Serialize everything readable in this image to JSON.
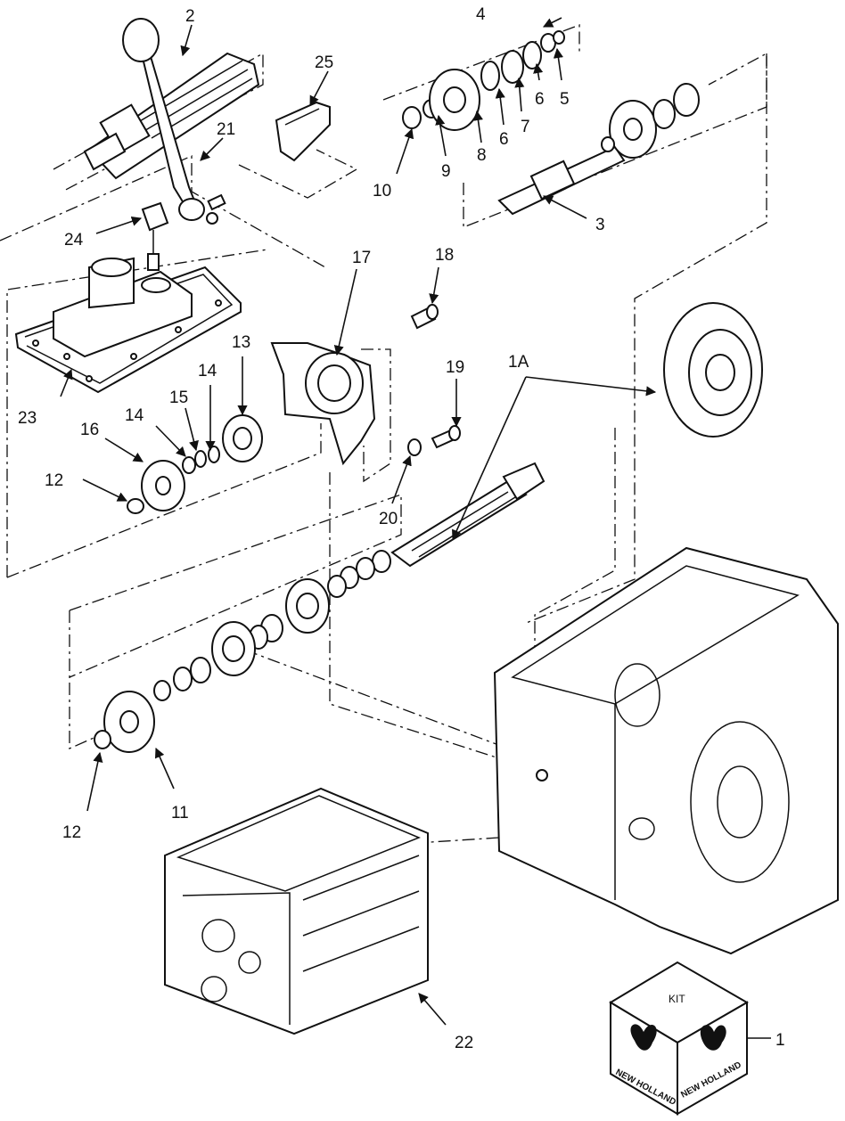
{
  "diagram": {
    "kit_box": {
      "label": "KIT",
      "brand": "NEW HOLLAND"
    },
    "callouts": [
      {
        "id": "c1",
        "text": "1"
      },
      {
        "id": "c1A",
        "text": "1A"
      },
      {
        "id": "c2",
        "text": "2"
      },
      {
        "id": "c3",
        "text": "3"
      },
      {
        "id": "c4",
        "text": "4"
      },
      {
        "id": "c5",
        "text": "5"
      },
      {
        "id": "c6a",
        "text": "6"
      },
      {
        "id": "c6b",
        "text": "6"
      },
      {
        "id": "c7",
        "text": "7"
      },
      {
        "id": "c8",
        "text": "8"
      },
      {
        "id": "c9",
        "text": "9"
      },
      {
        "id": "c10",
        "text": "10"
      },
      {
        "id": "c11",
        "text": "11"
      },
      {
        "id": "c12a",
        "text": "12"
      },
      {
        "id": "c12b",
        "text": "12"
      },
      {
        "id": "c13",
        "text": "13"
      },
      {
        "id": "c14a",
        "text": "14"
      },
      {
        "id": "c14b",
        "text": "14"
      },
      {
        "id": "c15",
        "text": "15"
      },
      {
        "id": "c16",
        "text": "16"
      },
      {
        "id": "c17",
        "text": "17"
      },
      {
        "id": "c18",
        "text": "18"
      },
      {
        "id": "c19",
        "text": "19"
      },
      {
        "id": "c20",
        "text": "20"
      },
      {
        "id": "c21",
        "text": "21"
      },
      {
        "id": "c22",
        "text": "22"
      },
      {
        "id": "c23",
        "text": "23"
      },
      {
        "id": "c24",
        "text": "24"
      },
      {
        "id": "c25",
        "text": "25"
      }
    ]
  }
}
